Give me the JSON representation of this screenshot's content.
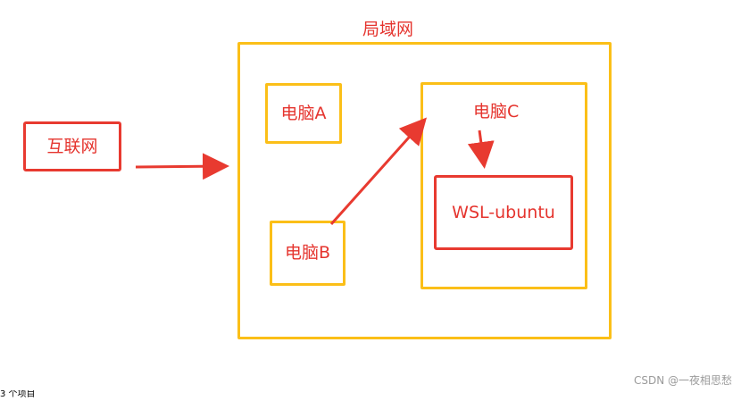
{
  "diagram": {
    "title": "局域网",
    "nodes": {
      "internet": "互联网",
      "pc_a": "电脑A",
      "pc_b": "电脑B",
      "pc_c": "电脑C",
      "wsl": "WSL-ubuntu"
    },
    "edges": [
      {
        "from": "互联网",
        "to": "局域网"
      },
      {
        "from": "电脑B",
        "to": "电脑C"
      },
      {
        "from": "电脑C",
        "to": "WSL-ubuntu"
      }
    ]
  },
  "colors": {
    "container_border": "#fbbf18",
    "accent_red": "#e83a30",
    "watermark": "#9a9a9a"
  },
  "footer": {
    "left_text": "3 个项目"
  },
  "watermark": {
    "text": "CSDN @一夜相思愁"
  }
}
